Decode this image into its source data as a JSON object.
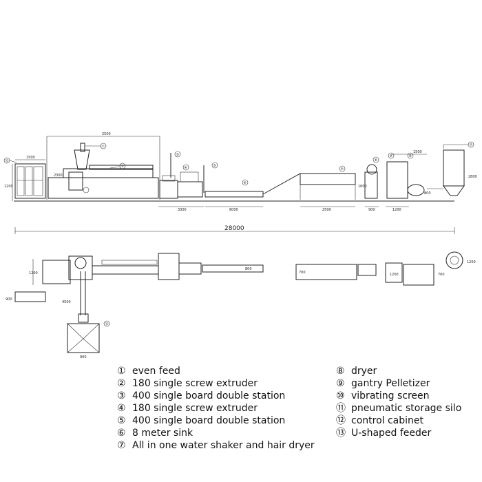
{
  "dimensions": {
    "top": {
      "width_main": "2500",
      "h_cabinet_width": "1500",
      "h_cabinet": "1200",
      "h_extruder": "2300",
      "w_station": "3300",
      "w_sink": "8000",
      "w_shaker": "2500",
      "h_pelletizer": "1600",
      "w_pelletizer": "900",
      "w_screen_top": "1500",
      "h_screen": "800",
      "w_screen": "1200",
      "h_silo": "2800",
      "total": "28000"
    },
    "plan": {
      "w_cabinet": "1200",
      "d_side": "900",
      "d_feeder_run": "4500",
      "w_feeder": "900",
      "w_sink": "800",
      "w_shaker": "700",
      "w_screen": "1200",
      "w_silo_base": "700",
      "d_silo": "1200"
    }
  },
  "callouts": [
    "①",
    "②",
    "③",
    "④",
    "⑤",
    "⑥",
    "⑦",
    "⑧",
    "⑨",
    "⑩",
    "⑪",
    "⑫",
    "⑬"
  ],
  "legend_left": [
    {
      "num": "①",
      "text": "even feed"
    },
    {
      "num": "②",
      "text": "180 single screw extruder"
    },
    {
      "num": "③",
      "text": "400 single board double station"
    },
    {
      "num": "④",
      "text": "180 single screw extruder"
    },
    {
      "num": "⑤",
      "text": "400 single board double station"
    },
    {
      "num": "⑥",
      "text": "8 meter sink"
    },
    {
      "num": "⑦",
      "text": "All in one water shaker and hair dryer"
    }
  ],
  "legend_right": [
    {
      "num": "⑧",
      "text": "dryer"
    },
    {
      "num": "⑨",
      "text": "gantry Pelletizer"
    },
    {
      "num": "⑩",
      "text": "vibrating screen"
    },
    {
      "num": "⑪",
      "text": "pneumatic storage silo"
    },
    {
      "num": "⑫",
      "text": "control cabinet"
    },
    {
      "num": "⑬",
      "text": "U-shaped feeder"
    }
  ]
}
